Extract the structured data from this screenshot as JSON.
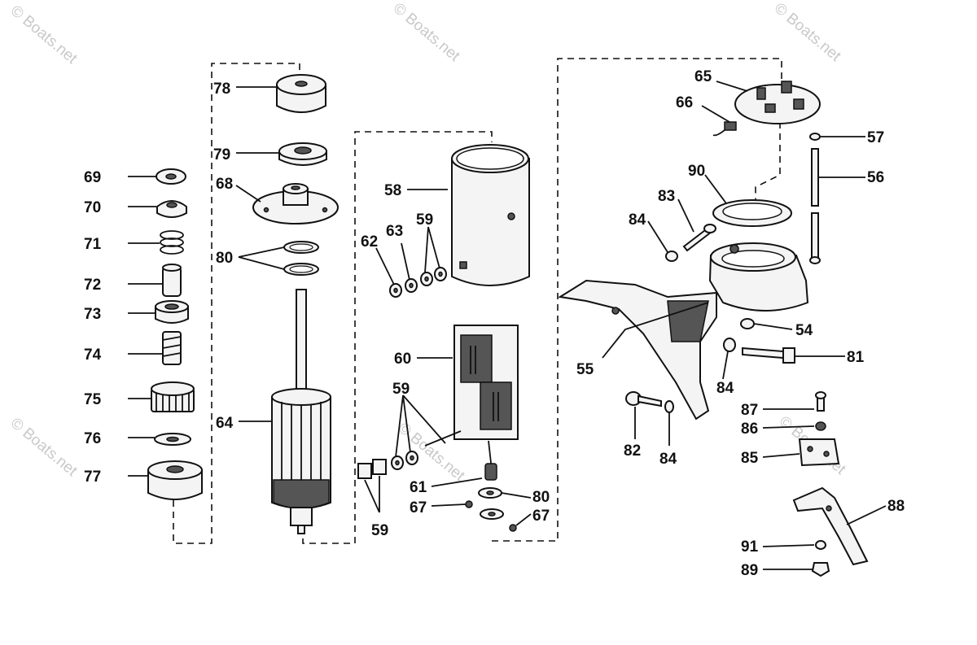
{
  "watermark": {
    "text": "© Boats.net",
    "color": "#c9c9c9"
  },
  "callouts": {
    "c65": "65",
    "c66": "66",
    "c57": "57",
    "c56": "56",
    "c90": "90",
    "c83": "83",
    "c84a": "84",
    "c84b": "84",
    "c84c": "84",
    "c54": "54",
    "c81": "81",
    "c55": "55",
    "c87": "87",
    "c86": "86",
    "c85": "85",
    "c82": "82",
    "c88": "88",
    "c91": "91",
    "c89": "89",
    "c78": "78",
    "c79": "79",
    "c68": "68",
    "c80a": "80",
    "c80b": "80",
    "c64": "64",
    "c69": "69",
    "c70": "70",
    "c71": "71",
    "c72": "72",
    "c73": "73",
    "c74": "74",
    "c75": "75",
    "c76": "76",
    "c77": "77",
    "c58": "58",
    "c62": "62",
    "c63": "63",
    "c59a": "59",
    "c60": "60",
    "c59b": "59",
    "c61": "61",
    "c67a": "67",
    "c67b": "67",
    "c59c": "59"
  },
  "colors": {
    "ink": "#111111",
    "paper": "#ffffff"
  }
}
